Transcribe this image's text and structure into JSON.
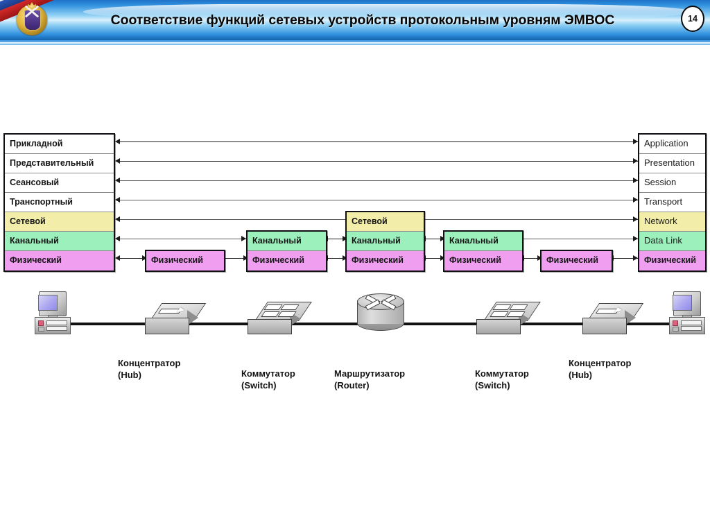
{
  "header": {
    "title": "Соответствие функций сетевых устройств протокольным уровням ЭМВОС",
    "page_number": "14",
    "emblem_name": "russian-military-emblem",
    "colors": {
      "band_blue": "#2f8fdd",
      "band_dark": "#1362ad",
      "highlight": "#d9f0fc"
    }
  },
  "legend_colors": {
    "network_layer": "#f2eeaa",
    "data_link_layer": "#9cf0bc",
    "physical_layer": "#f09ef0",
    "upper_layers": "#ffffff"
  },
  "diagram": {
    "left_stack": {
      "name": "osi-stack-left",
      "layers": [
        {
          "label": "Прикладной",
          "color": "white"
        },
        {
          "label": "Представительный",
          "color": "white"
        },
        {
          "label": "Сеансовый",
          "color": "white"
        },
        {
          "label": "Транспортный",
          "color": "white"
        },
        {
          "label": "Сетевой",
          "color": "yellow"
        },
        {
          "label": "Канальный",
          "color": "green"
        },
        {
          "label": "Физический",
          "color": "magenta"
        }
      ]
    },
    "right_stack": {
      "name": "osi-stack-right",
      "layers": [
        {
          "label": "Application",
          "color": "white"
        },
        {
          "label": "Presentation",
          "color": "white"
        },
        {
          "label": "Session",
          "color": "white"
        },
        {
          "label": "Transport",
          "color": "white"
        },
        {
          "label": "Network",
          "color": "yellow"
        },
        {
          "label": "Data Link",
          "color": "green"
        },
        {
          "label": "Физический",
          "color": "magenta"
        }
      ]
    },
    "hub_left_stack": {
      "name": "hub-left-layers",
      "layers": [
        {
          "label": "Физический",
          "color": "magenta"
        }
      ]
    },
    "switch_left_stack": {
      "name": "switch-left-layers",
      "layers": [
        {
          "label": "Канальный",
          "color": "green"
        },
        {
          "label": "Физический",
          "color": "magenta"
        }
      ]
    },
    "router_stack": {
      "name": "router-layers",
      "layers": [
        {
          "label": "Сетевой",
          "color": "yellow"
        },
        {
          "label": "Канальный",
          "color": "green"
        },
        {
          "label": "Физический",
          "color": "magenta"
        }
      ]
    },
    "switch_right_stack": {
      "name": "switch-right-layers",
      "layers": [
        {
          "label": "Канальный",
          "color": "green"
        },
        {
          "label": "Физический",
          "color": "magenta"
        }
      ]
    },
    "hub_right_stack": {
      "name": "hub-right-layers",
      "layers": [
        {
          "label": "Физический",
          "color": "magenta"
        }
      ]
    }
  },
  "devices": [
    {
      "icon": "computer-icon",
      "name": "computer-left",
      "label_ru": "",
      "label_en": ""
    },
    {
      "icon": "hub-icon",
      "name": "hub-left",
      "label_ru": "Концентратор",
      "label_en": "(Hub)"
    },
    {
      "icon": "switch-icon",
      "name": "switch-left",
      "label_ru": "Коммутатор",
      "label_en": "(Switch)"
    },
    {
      "icon": "router-icon",
      "name": "router-center",
      "label_ru": "Маршрутизатор",
      "label_en": "(Router)"
    },
    {
      "icon": "switch-icon",
      "name": "switch-right",
      "label_ru": "Коммутатор",
      "label_en": "(Switch)"
    },
    {
      "icon": "hub-icon",
      "name": "hub-right",
      "label_ru": "Концентратор",
      "label_en": "(Hub)"
    },
    {
      "icon": "computer-icon",
      "name": "computer-right",
      "label_ru": "",
      "label_en": ""
    }
  ]
}
